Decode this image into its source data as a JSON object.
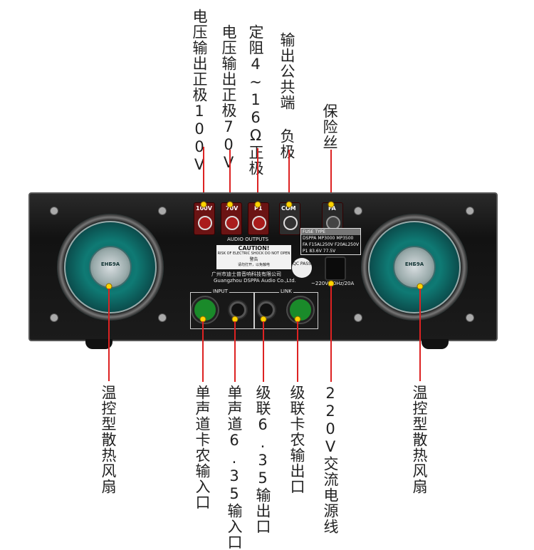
{
  "top_labels": {
    "v100": "电压输出正极100V",
    "v70": "电压输出正极70V",
    "p1": "定阻4~16Ω正极",
    "com": "输出公共端 负极",
    "fuse": "保险丝"
  },
  "bottom_labels": {
    "fan_left": "温控型散热风扇",
    "input_xlr": "单声道卡农输入口",
    "input_635": "单声道6.35输入口",
    "link_635": "级联6.35输出口",
    "link_xlr": "级联卡农输出口",
    "power": "220V交流电源线",
    "fan_right": "温控型散热风扇"
  },
  "panel": {
    "t100": "100V",
    "t70": "70V",
    "tp1": "P1",
    "tcom": "COM",
    "tfa": "FA",
    "audio_outputs": "AUDIO OUTPUTS",
    "caution": "CAUTION!",
    "caution_sub": "RISK OF ELECTRIC SHOCK DO NOT OPEN",
    "warning_cn": "警告",
    "warning_cn_sub": "请勿打开，以免触电",
    "maker_cn": "广州市迪士普音响科技有限公司",
    "maker_en": "Guangzhou DSPPA Audio Co.,Ltd.",
    "input": "INPUT",
    "link": "LINK",
    "fuse_type": "FUSE TYPE",
    "ac_rating": "~220V/50Hz/20A",
    "qc": "QC PASS",
    "fan_brand": "ЕНБ9А",
    "fuse_rows": [
      [
        "DSPPA",
        "MP3000",
        "MP3500"
      ],
      [
        "FA",
        "F15AL250V",
        "F20AL250V"
      ],
      [
        "P1",
        "83.6V",
        "77.5V"
      ]
    ]
  },
  "colors": {
    "leader": "#dd2222",
    "dot": "#ffd400",
    "fan": "#0f7a74",
    "terminal": "#aa1c1c",
    "xlr": "#1a8a2a"
  }
}
